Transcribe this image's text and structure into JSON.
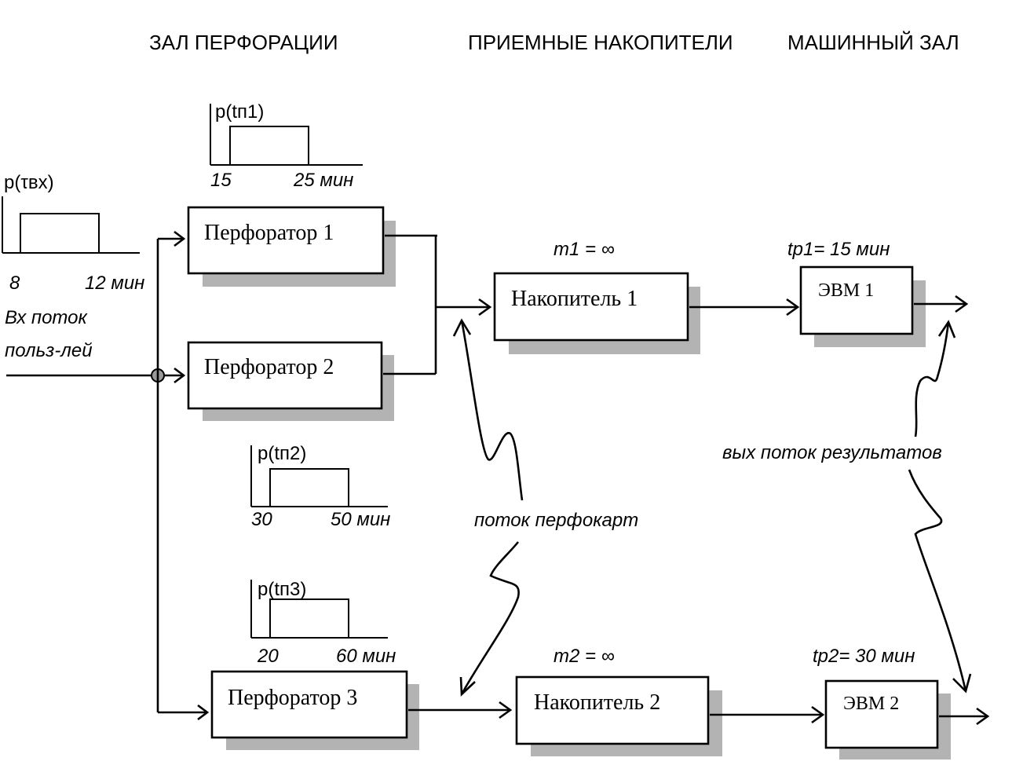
{
  "headers": {
    "hall_perforation": "ЗАЛ  ПЕРФОРАЦИИ",
    "receiving_storages": "ПРИЕМНЫЕ НАКОПИТЕЛИ",
    "machine_hall": "МАШИННЫЙ ЗАЛ"
  },
  "input": {
    "dist_label": "p(τвх)",
    "tick_min": "8",
    "tick_max": "12 мин",
    "flow_line1": "Вх поток",
    "flow_line2": "польз-лей"
  },
  "perforators": [
    {
      "label": "Перфоратор 1",
      "dist_label": "p(tп1)",
      "tick_min": "15",
      "tick_max": "25 мин"
    },
    {
      "label": "Перфоратор 2",
      "dist_label": "p(tп2)",
      "tick_min": "30",
      "tick_max": "50 мин"
    },
    {
      "label": "Перфоратор 3",
      "dist_label": "p(tп3)",
      "tick_min": "20",
      "tick_max": "60 мин"
    }
  ],
  "storages": [
    {
      "label": "Накопитель 1",
      "capacity": "m1 = ∞"
    },
    {
      "label": "Накопитель 2",
      "capacity": "m2 = ∞"
    }
  ],
  "computers": [
    {
      "label": "ЭВМ 1",
      "time": "tp1= 15 мин"
    },
    {
      "label": "ЭВМ 2",
      "time": "tp2= 30 мин"
    }
  ],
  "annotations": {
    "card_flow": "поток перфокарт",
    "output_flow": "вых поток результатов"
  }
}
